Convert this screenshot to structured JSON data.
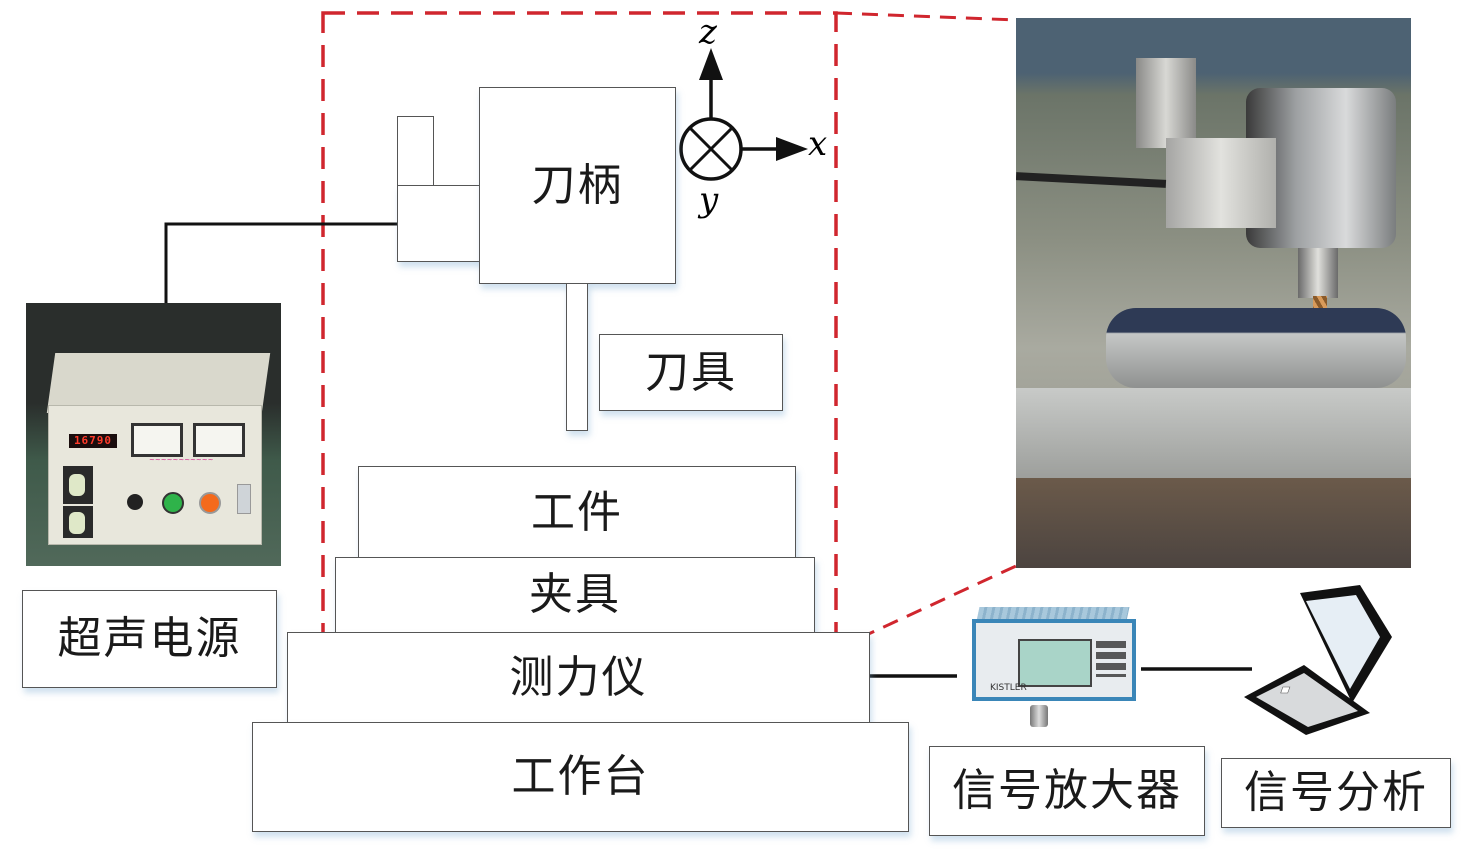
{
  "diagram": {
    "title": "Ultrasonic-assisted milling force measurement setup",
    "components": {
      "tool_holder": "刀柄",
      "tool": "刀具",
      "workpiece": "工件",
      "fixture": "夹具",
      "dynamometer": "测力仪",
      "worktable": "工作台",
      "ultrasonic_power": "超声电源",
      "signal_amplifier": "信号放大器",
      "signal_analysis": "信号分析"
    },
    "axes": {
      "z": "z",
      "x": "x",
      "y": "y",
      "y_direction": "into-page"
    },
    "power_supply_display": "16790",
    "amplifier_brand": "KISTLER",
    "colors": {
      "dashed_outline": "#d0262e",
      "wire": "#111111",
      "box_border": "#555555",
      "amp_blue": "#3a86b8"
    }
  }
}
